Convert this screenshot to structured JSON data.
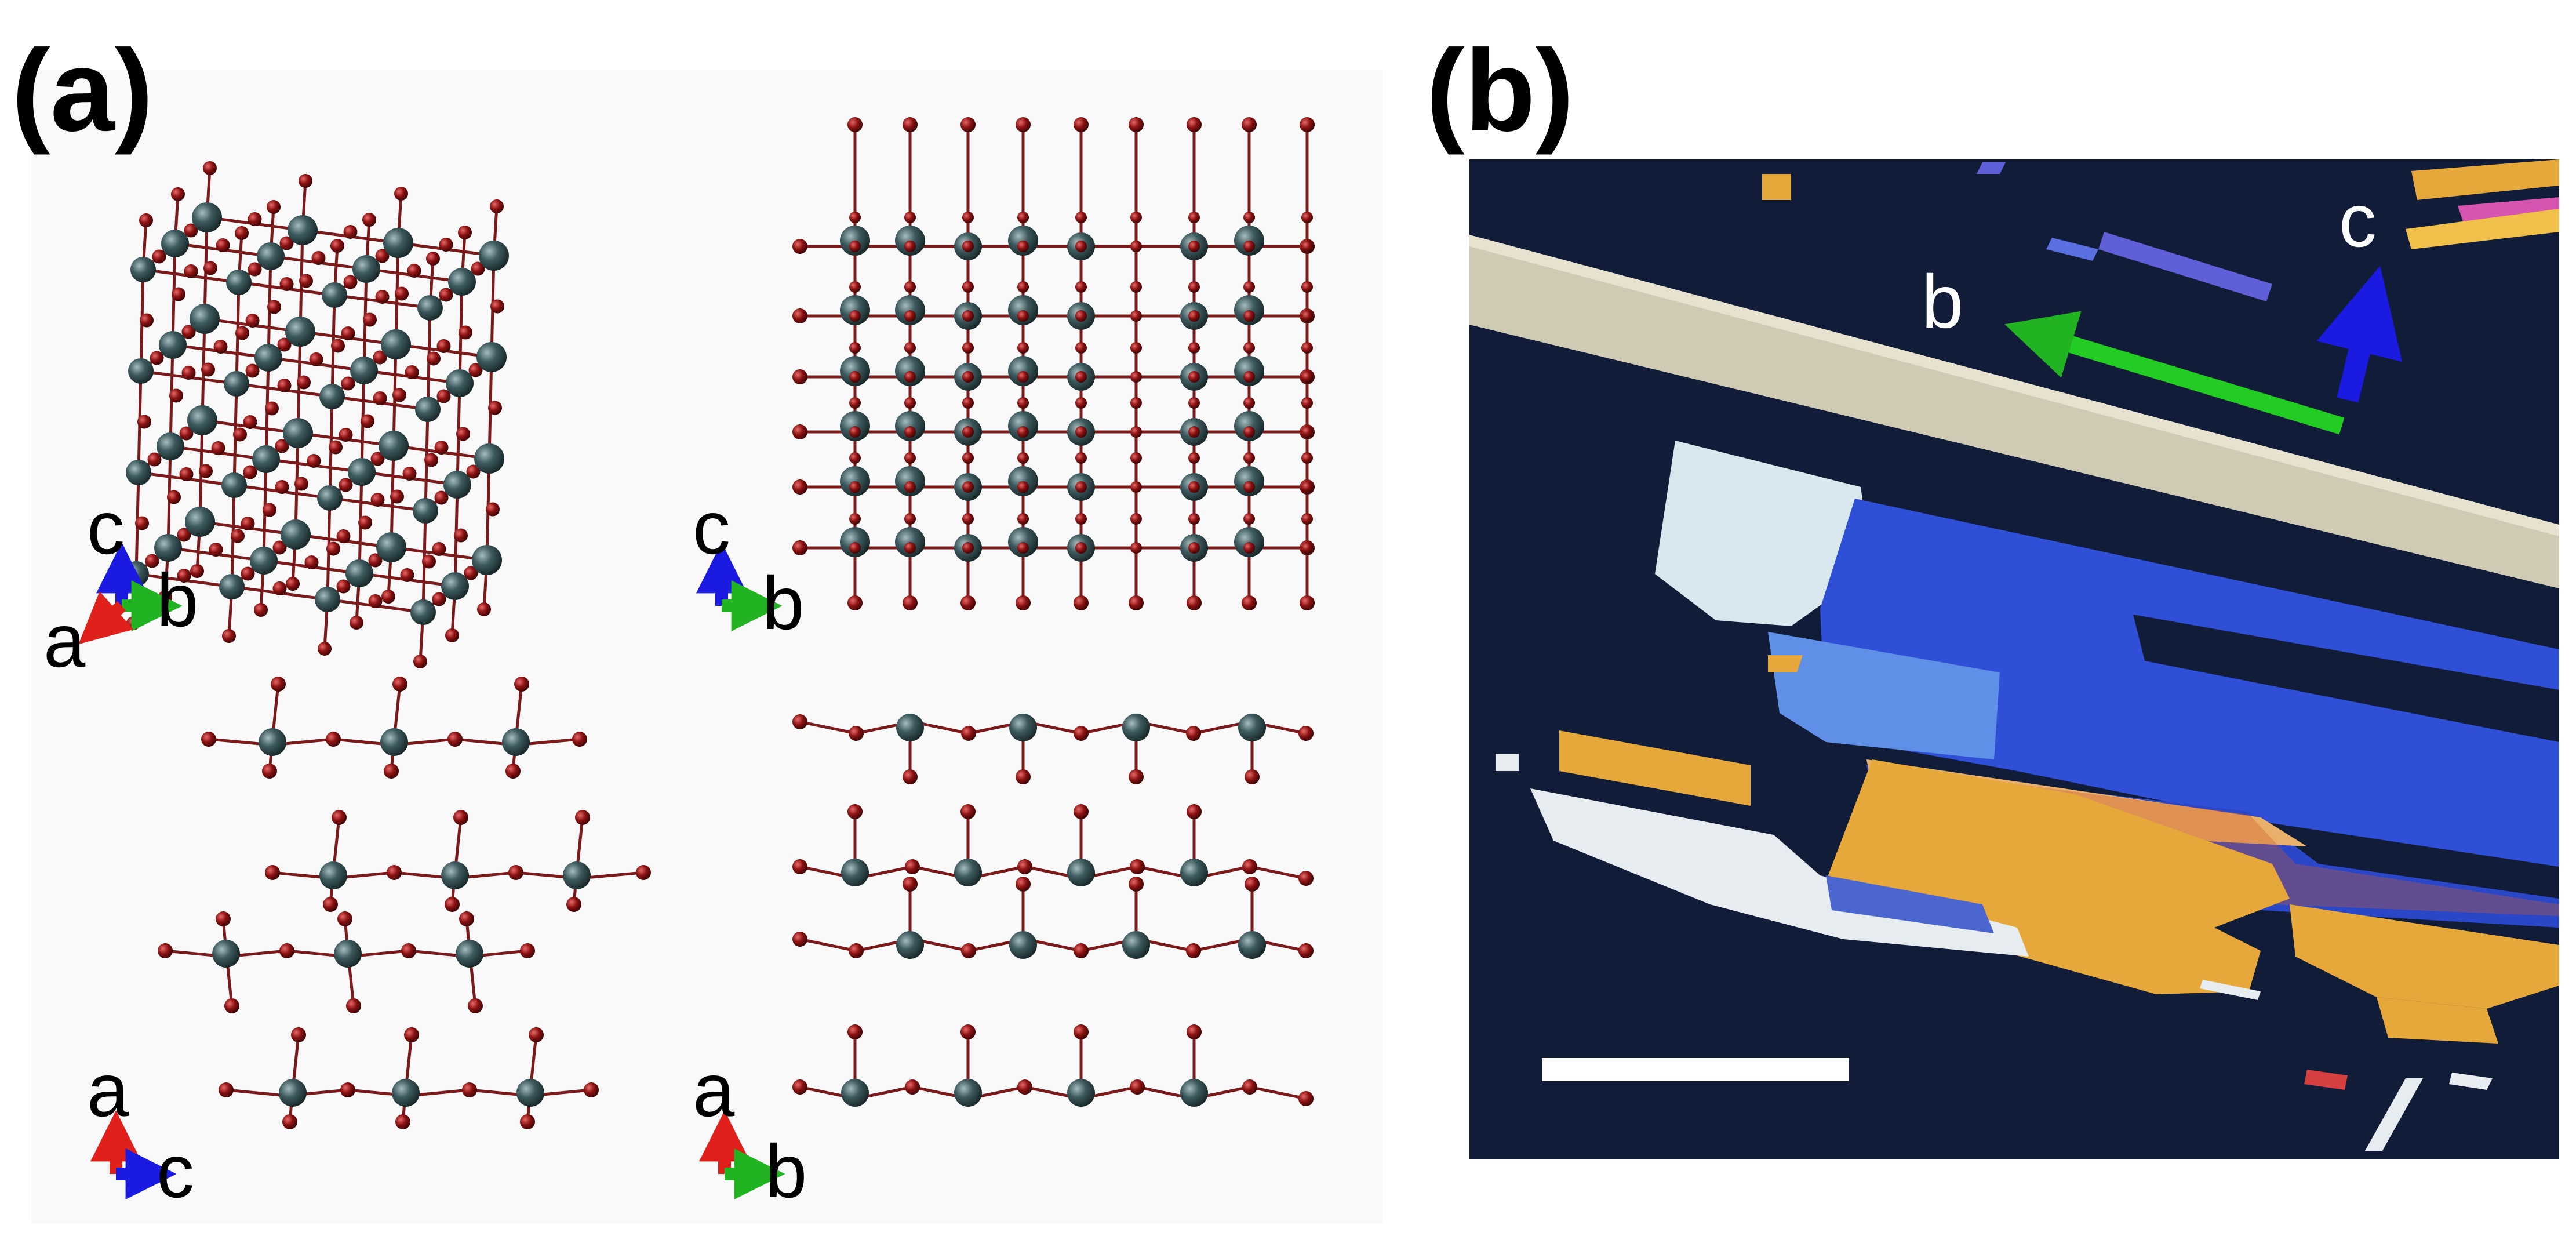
{
  "panel_a": {
    "label": "(a)"
  },
  "panel_b": {
    "label": "(b)"
  },
  "views": [
    {
      "id": "view-3d",
      "axes": [
        "c",
        "a",
        "b"
      ]
    },
    {
      "id": "view-cb",
      "axes": [
        "c",
        "b"
      ]
    },
    {
      "id": "view-ac",
      "axes": [
        "a",
        "c"
      ]
    },
    {
      "id": "view-ab",
      "axes": [
        "a",
        "b"
      ]
    }
  ],
  "photo": {
    "axis_b": "b",
    "axis_c": "c"
  },
  "colors": {
    "metal_atom": "#3d5a5e",
    "oxygen_atom": "#8b1212",
    "bond": "#7a1a1a",
    "axis_a": "#e0201a",
    "axis_b": "#22b322",
    "axis_c": "#1a1ae0",
    "photo_bg": "#101c38",
    "flake_blue": "#3050d8",
    "flake_yellow": "#e6a83a",
    "flake_white": "#e6ecef",
    "ribbon": "#cfcab4",
    "scale_bar": "#ffffff"
  }
}
